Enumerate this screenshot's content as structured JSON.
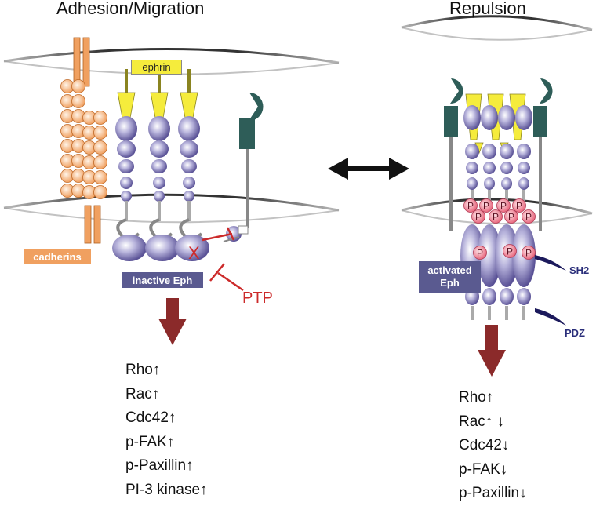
{
  "panels": {
    "left": {
      "title": "Adhesion/Migration",
      "label_ephrin": "ephrin",
      "label_cadherins": "cadherins",
      "label_inactive": "inactive Eph",
      "label_ptp": "PTP",
      "x_mark": "X",
      "effects": [
        "Rho↑",
        "Rac↑",
        "Cdc42↑",
        "p-FAK↑",
        "p-Paxillin↑",
        "PI-3 kinase↑"
      ]
    },
    "right": {
      "title": "Repulsion",
      "label_activated": "activated Eph",
      "label_sh2": "SH2",
      "label_pdz": "PDZ",
      "phospho": "P",
      "effects": [
        "Rho↑",
        "Rac↑ ↓",
        "Cdc42↓",
        "p-FAK↓",
        "p-Paxillin↓"
      ]
    }
  },
  "colors": {
    "membrane": "#3a3a3a",
    "cadherin": "#f0a060",
    "ephrin": "#f5ec3c",
    "eph_receptor": "#6a62a8",
    "ptp_receptor": "#2e5d58",
    "phospho": "#f07a90",
    "arrow_down": "#8b2a2a",
    "ptp_text": "#cc2a2a",
    "label_box": "#5a5a90"
  }
}
